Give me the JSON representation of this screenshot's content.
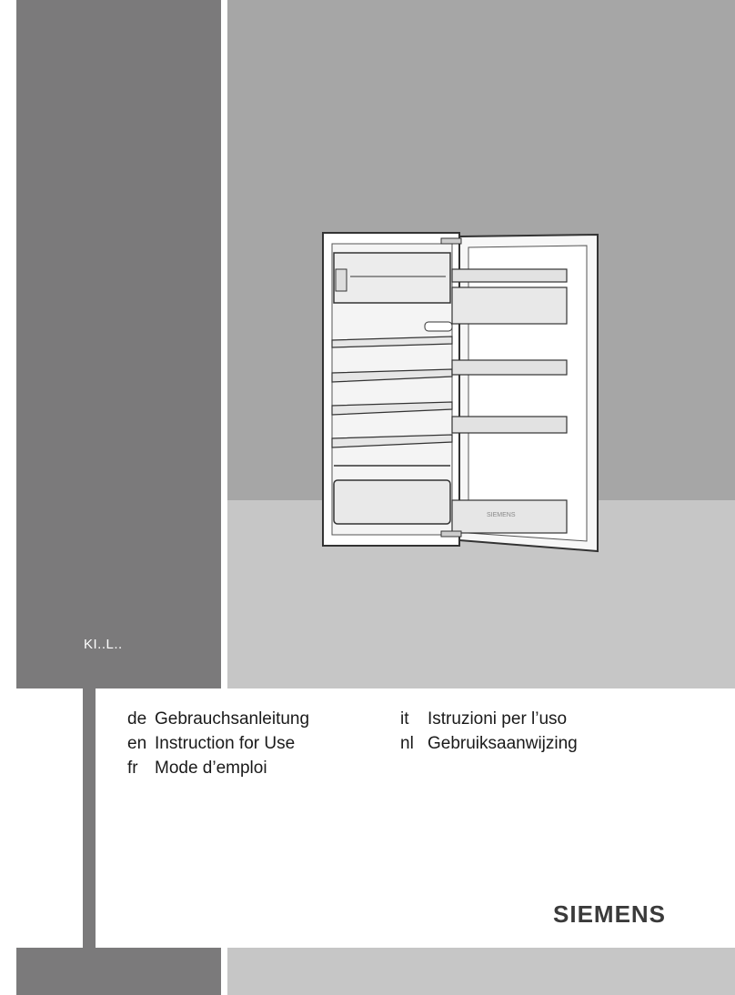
{
  "cover": {
    "model": "KI..L..",
    "brand": "SIEMENS",
    "fridge_panel_brand": "SIEMENS"
  },
  "languages_left": [
    {
      "code": "de",
      "title": "Gebrauchsanleitung"
    },
    {
      "code": "en",
      "title": "Instruction for Use"
    },
    {
      "code": "fr",
      "title": "Mode d’emploi"
    }
  ],
  "languages_right": [
    {
      "code": "it",
      "title": "Istruzioni per l’uso"
    },
    {
      "code": "nl",
      "title": "Gebruiksaanwijzing"
    }
  ],
  "colors": {
    "dark_band": "#7b7a7b",
    "wall": "#a6a6a6",
    "floor": "#c6c6c6",
    "text": "#1a1a1a"
  }
}
